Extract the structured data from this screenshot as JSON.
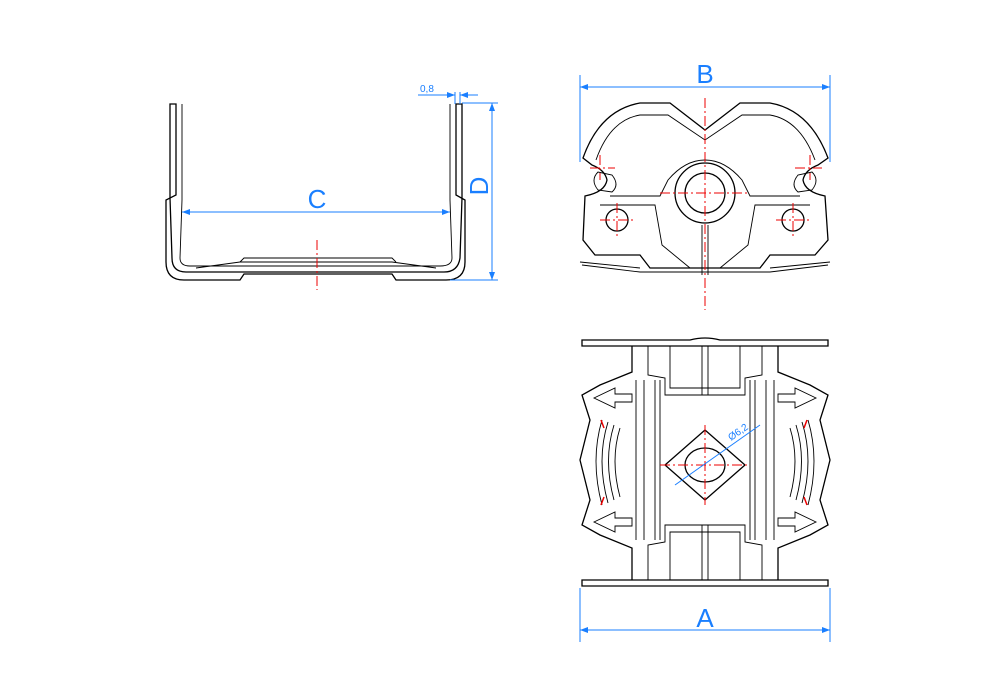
{
  "dimensions": {
    "a": "A",
    "b": "B",
    "c": "C",
    "d": "D",
    "thickness": "0,8",
    "hole_diameter": "Ø6,2"
  },
  "colors": {
    "dimension": "#1a7fff",
    "centerline": "#e00000",
    "outline": "#000000"
  }
}
